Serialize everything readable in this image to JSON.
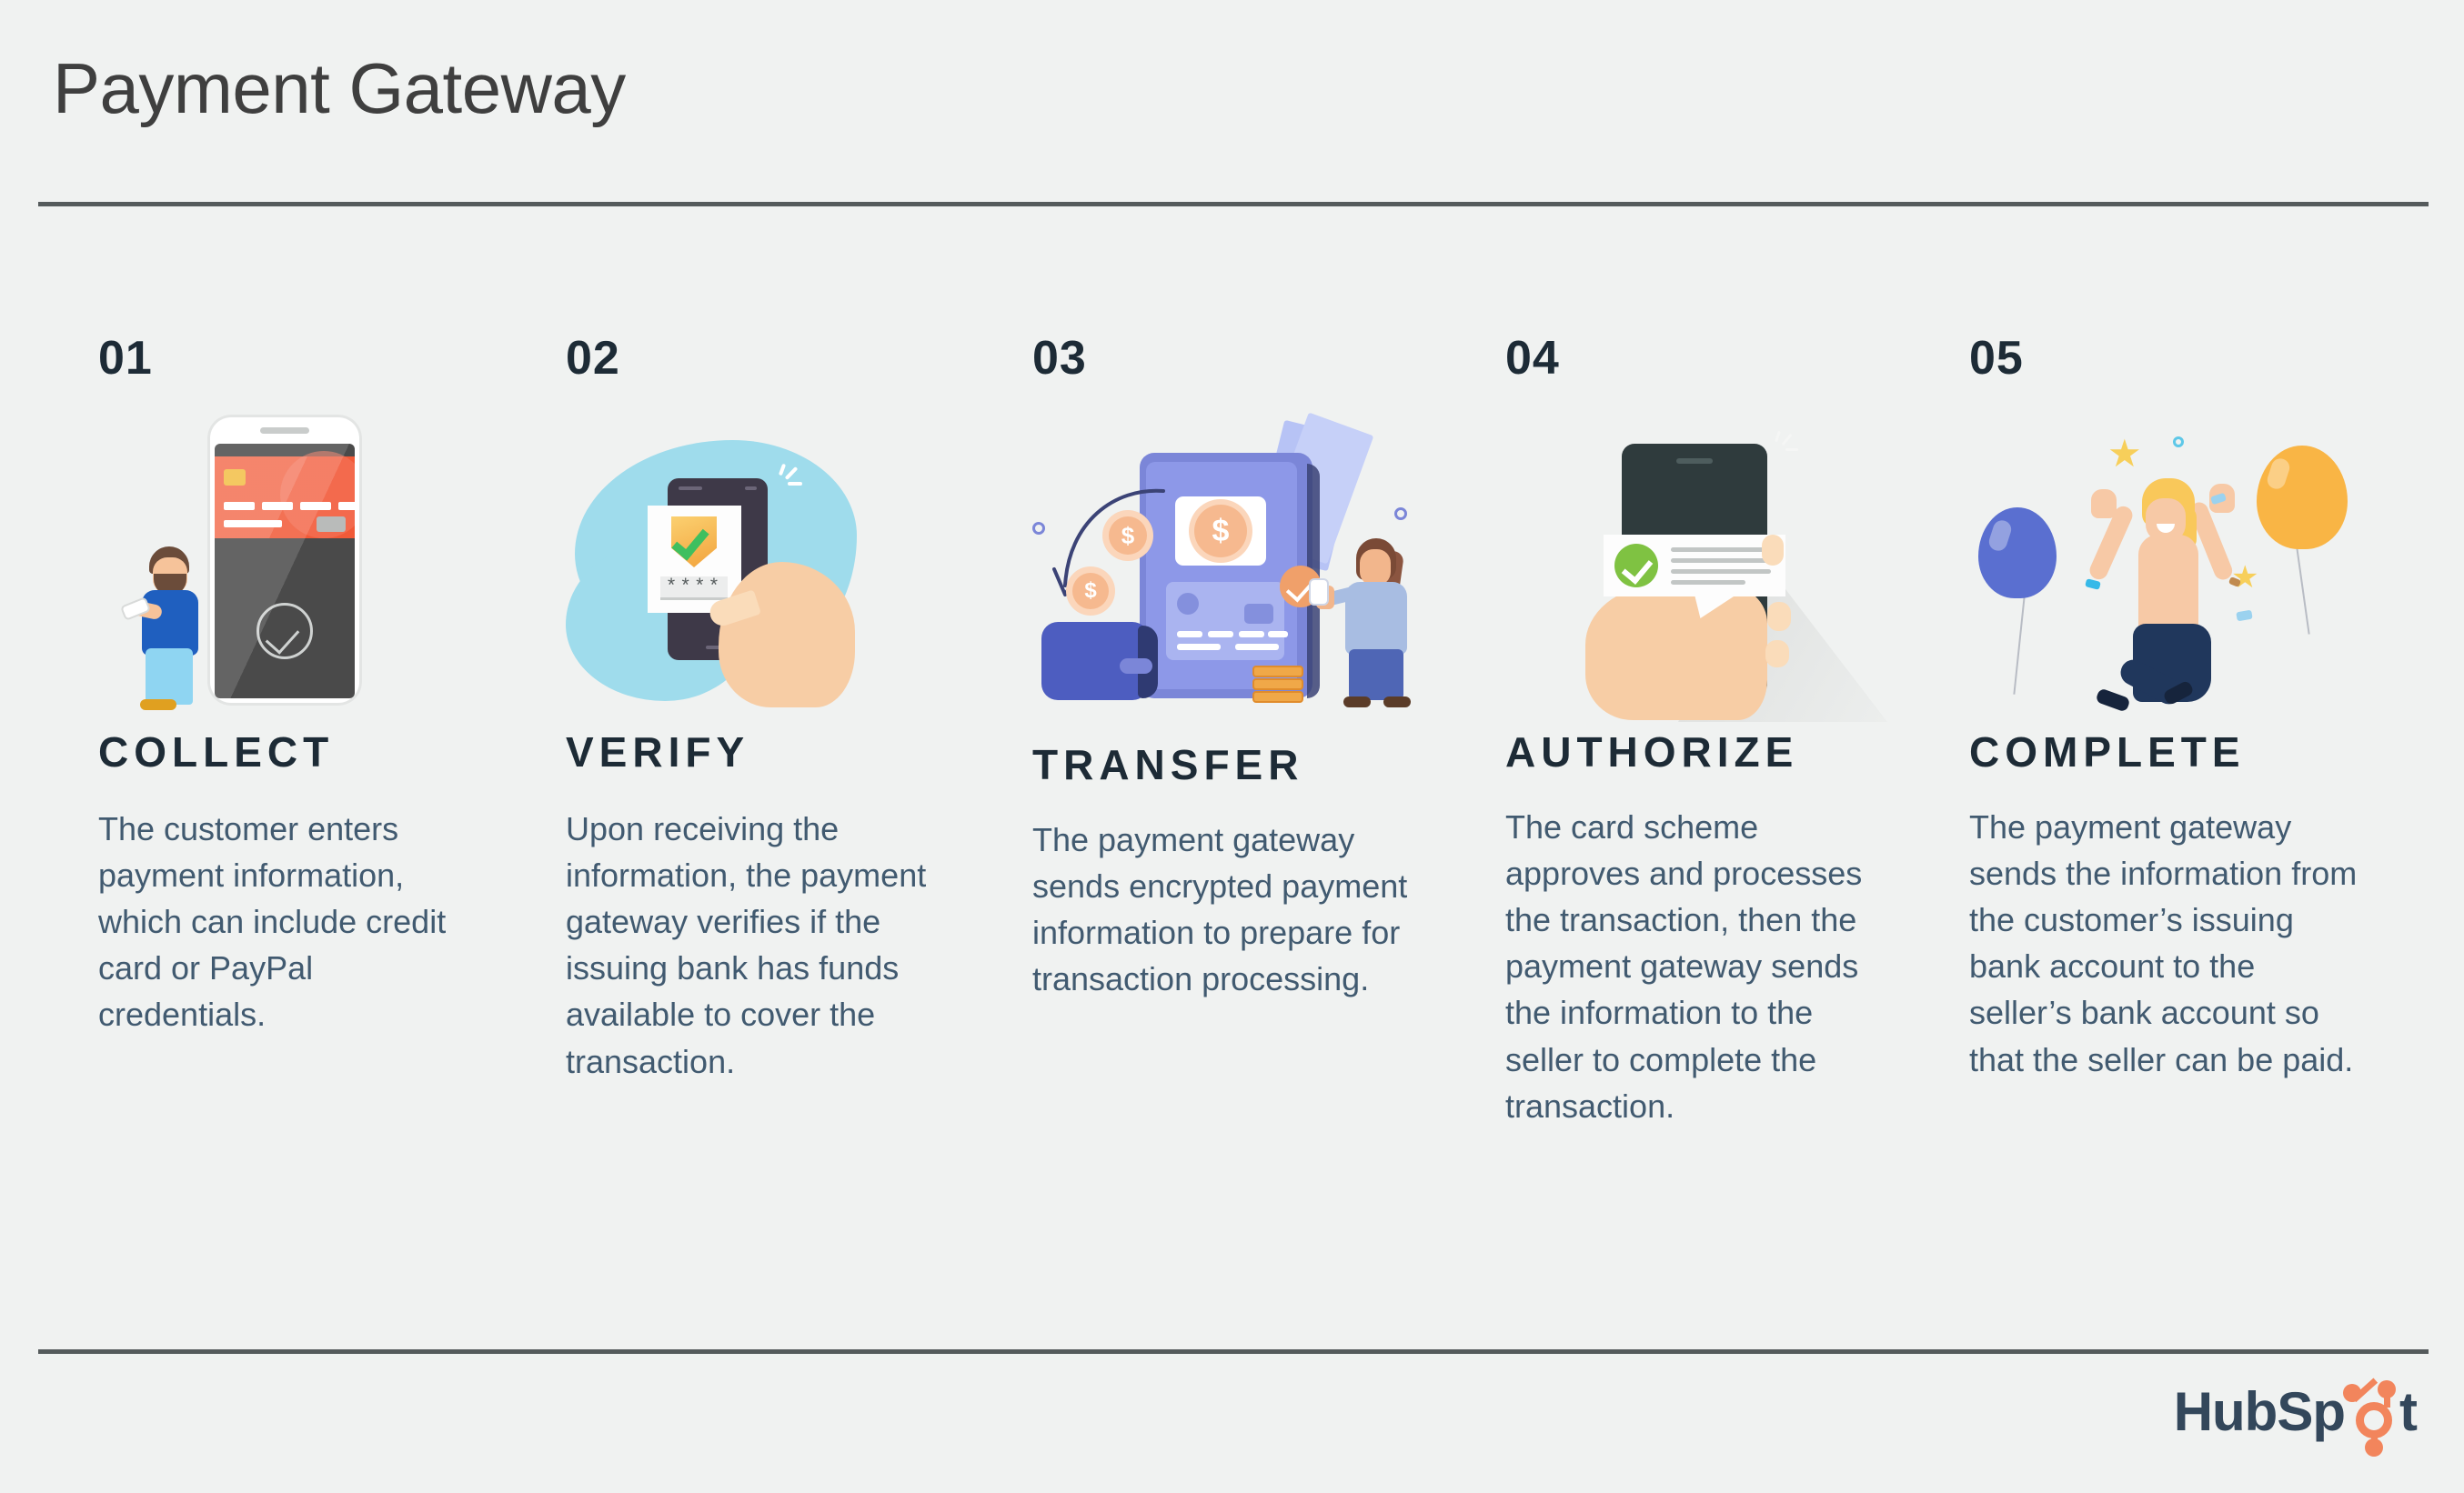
{
  "page": {
    "title": "Payment Gateway",
    "background_color": "#f0f2f1",
    "divider_color": "#555b5c",
    "heading_color": "#1d2b36",
    "body_color": "#415a70",
    "title_color": "#3f3f3f"
  },
  "steps": [
    {
      "number": "01",
      "heading": "COLLECT",
      "body": "The customer enters payment information, which can include credit card or PayPal credentials.",
      "illustration": "phone-credit-card-person"
    },
    {
      "number": "02",
      "heading": "VERIFY",
      "body": "Upon receiving the information, the payment gateway verifies if the issuing bank has funds available to cover the transaction.",
      "illustration": "hand-phone-shield-password",
      "password_mask": "****"
    },
    {
      "number": "03",
      "heading": "TRANSFER",
      "body": "The payment gateway sends encrypted payment information to prepare for transaction processing.",
      "illustration": "atm-coins-wallet-woman",
      "coin_symbol": "$"
    },
    {
      "number": "04",
      "heading": "AUTHORIZE",
      "body": "The card scheme approves and processes the transaction, then the payment gateway sends the information to the seller to complete the transaction.",
      "illustration": "hand-phone-approved-notification"
    },
    {
      "number": "05",
      "heading": "COMPLETE",
      "body": "The payment gateway sends the information from the customer’s issuing bank account to the seller’s bank account so that the seller can be paid.",
      "illustration": "celebrating-person-balloons"
    }
  ],
  "brand": {
    "name_part1": "HubSp",
    "name_part2": "t",
    "logo_text_color": "#33475b",
    "logo_mark_color": "#f2855c"
  }
}
